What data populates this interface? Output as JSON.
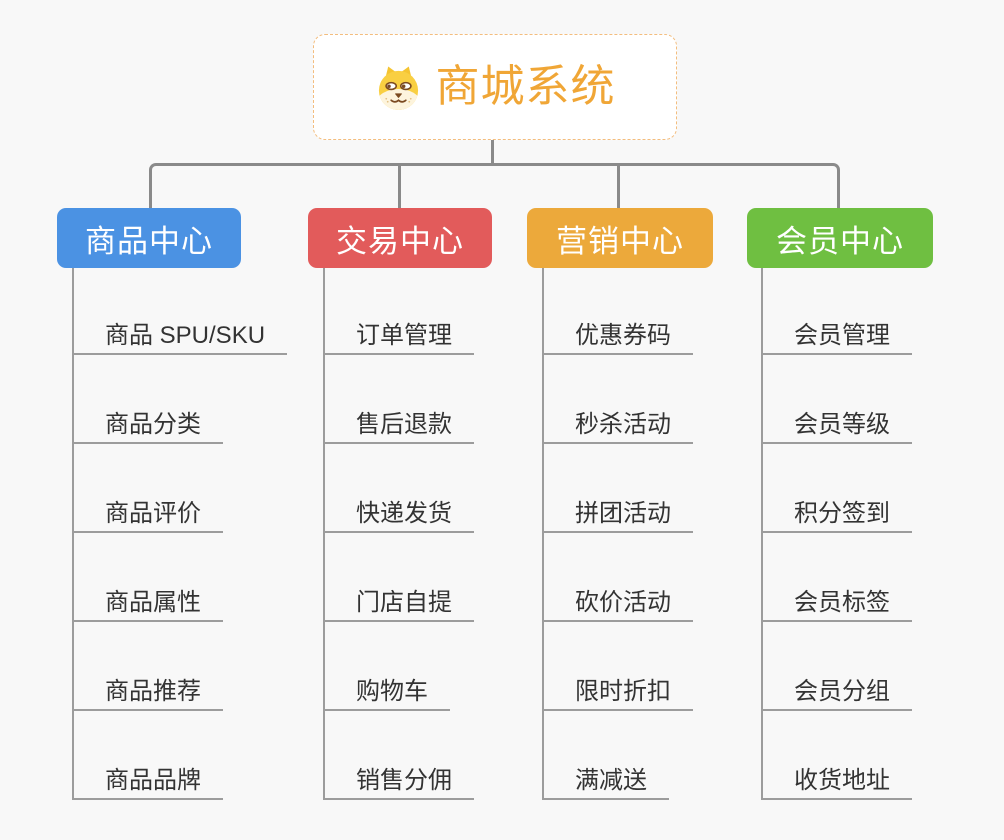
{
  "root": {
    "title": "商城系统",
    "icon": "dog-face-icon",
    "title_color": "#f0a636",
    "border_color": "#f3bd7e"
  },
  "branches": [
    {
      "label": "商品中心",
      "color": "#4b92e3",
      "items": [
        "商品 SPU/SKU",
        "商品分类",
        "商品评价",
        "商品属性",
        "商品推荐",
        "商品品牌"
      ]
    },
    {
      "label": "交易中心",
      "color": "#e25b5b",
      "items": [
        "订单管理",
        "售后退款",
        "快递发货",
        "门店自提",
        "购物车",
        "销售分佣"
      ]
    },
    {
      "label": "营销中心",
      "color": "#eca93b",
      "items": [
        "优惠券码",
        "秒杀活动",
        "拼团活动",
        "砍价活动",
        "限时折扣",
        "满减送"
      ]
    },
    {
      "label": "会员中心",
      "color": "#6fbf41",
      "items": [
        "会员管理",
        "会员等级",
        "积分签到",
        "会员标签",
        "会员分组",
        "收货地址"
      ]
    }
  ],
  "colors": {
    "background": "#f8f8f8",
    "connector": "#8a8a8a",
    "child_line": "#9c9c9c",
    "child_text": "#333333"
  }
}
